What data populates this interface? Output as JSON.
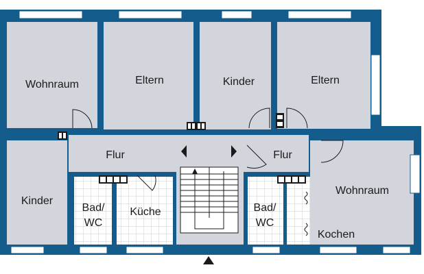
{
  "colors": {
    "wall": "#145c8c",
    "room": "#d2d6dc",
    "tile": "#ffffff",
    "tile_line": "#c9ccd1",
    "window": "#ffffff",
    "stairs": "#ffffff",
    "lines": "#1a1a1a"
  },
  "rooms": [
    {
      "id": "wohnraum-left",
      "label": "Wohnraum"
    },
    {
      "id": "eltern-left",
      "label": "Eltern"
    },
    {
      "id": "kinder-top",
      "label": "Kinder"
    },
    {
      "id": "eltern-right",
      "label": "Eltern"
    },
    {
      "id": "flur-left",
      "label": "Flur"
    },
    {
      "id": "flur-right",
      "label": "Flur"
    },
    {
      "id": "kinder-bottom",
      "label": "Kinder"
    },
    {
      "id": "bad-left-1",
      "label": "Bad/"
    },
    {
      "id": "bad-left-2",
      "label": "WC"
    },
    {
      "id": "kueche",
      "label": "Küche"
    },
    {
      "id": "bad-right-1",
      "label": "Bad/"
    },
    {
      "id": "bad-right-2",
      "label": "WC"
    },
    {
      "id": "wohnraum-right",
      "label": "Wohnraum"
    },
    {
      "id": "kochen",
      "label": "Kochen"
    }
  ],
  "icons": {
    "entrance": "entrance-arrow-icon",
    "stair_direction": "stair-direction-arrow-icon",
    "radiator": "radiator-icon",
    "window": "window-icon",
    "door": "door-swing-icon"
  }
}
